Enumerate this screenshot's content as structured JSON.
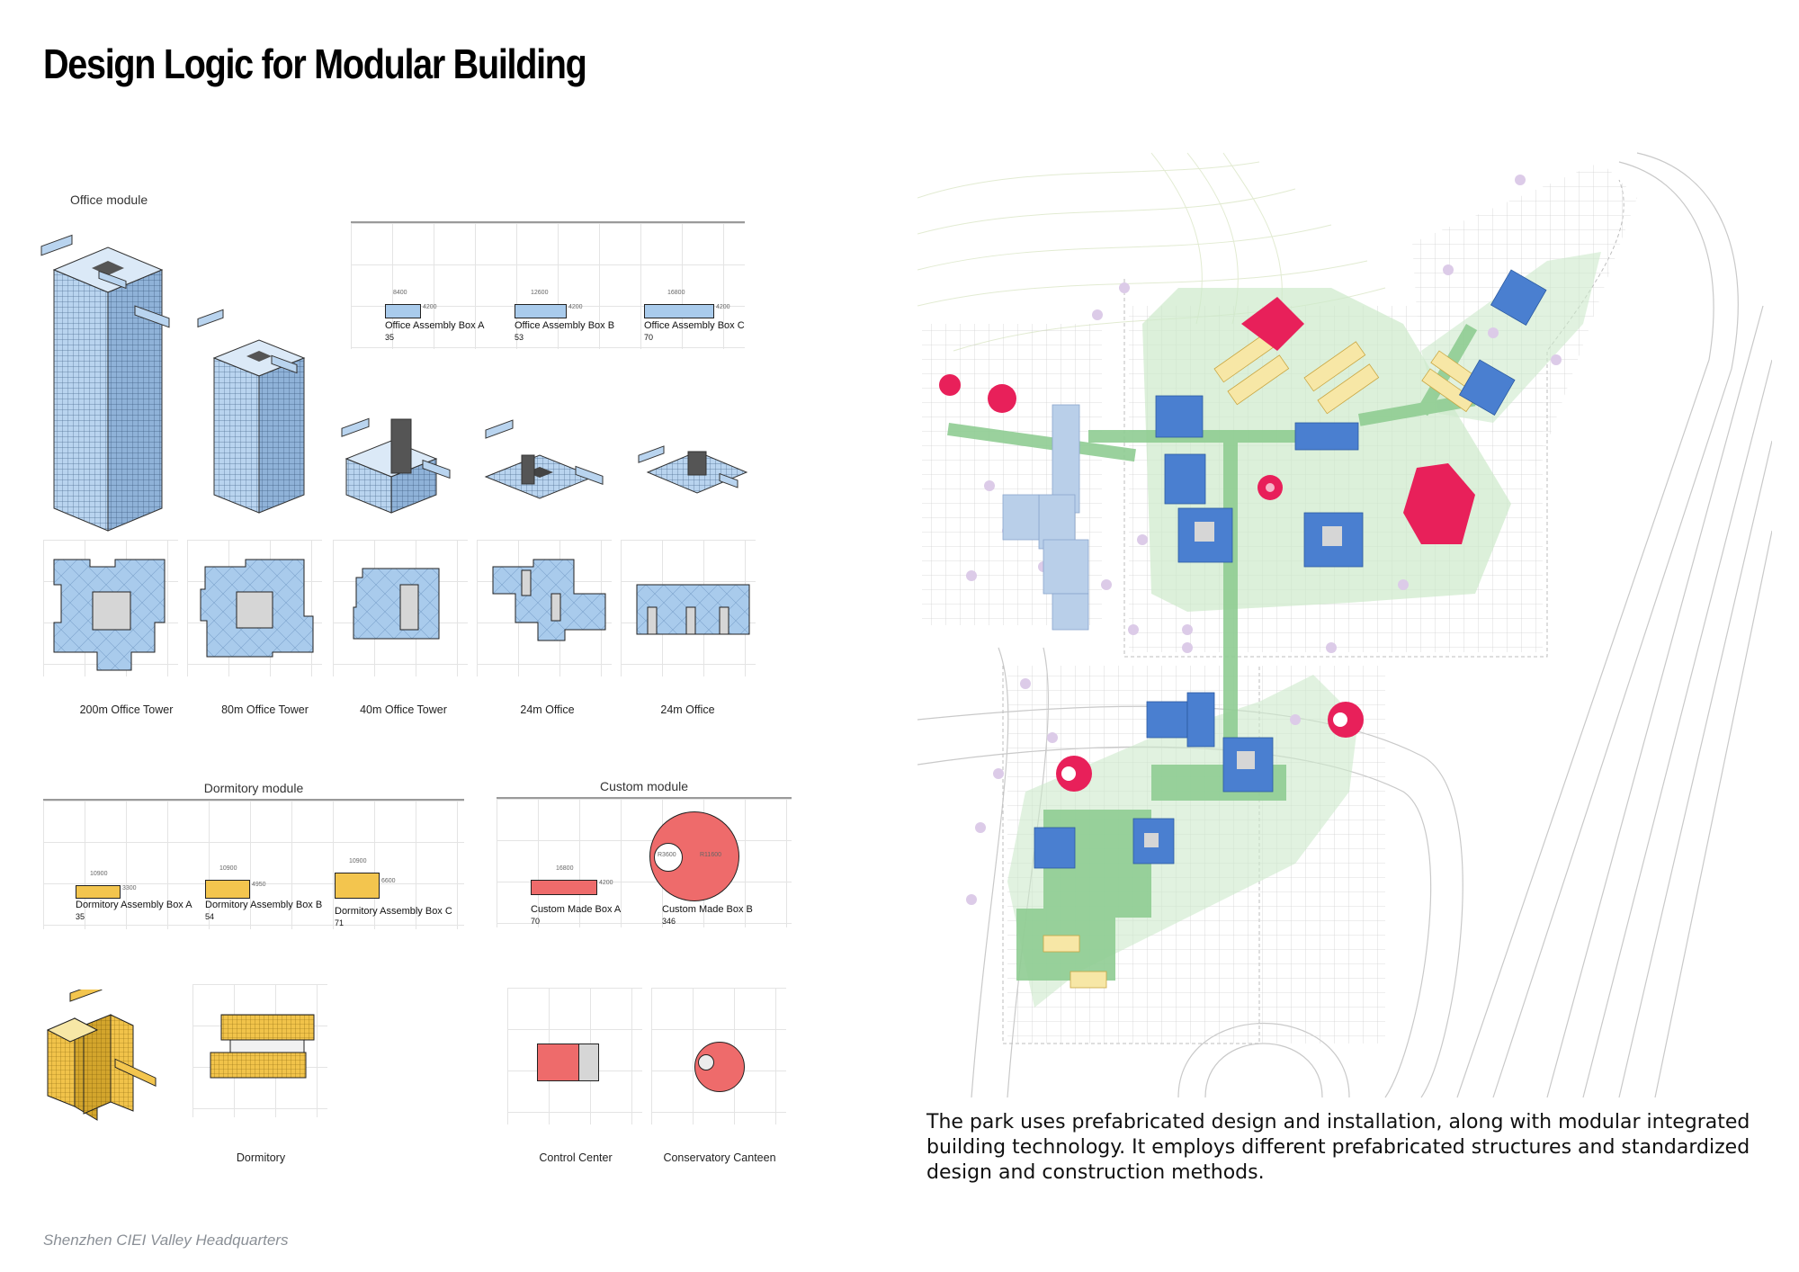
{
  "title": "Design Logic for Modular Building",
  "office": {
    "heading": "Office module",
    "boxes": [
      {
        "name": "Office Assembly Box A",
        "count": "35",
        "width": "8400",
        "height": "4200"
      },
      {
        "name": "Office Assembly Box B",
        "count": "53",
        "width": "12600",
        "height": "4200"
      },
      {
        "name": "Office Assembly Box C",
        "count": "70",
        "width": "16800",
        "height": "4200"
      }
    ],
    "types": [
      "200m Office Tower",
      "80m Office Tower",
      "40m Office Tower",
      "24m Office",
      "24m Office"
    ]
  },
  "dormitory": {
    "heading": "Dormitory module",
    "boxes": [
      {
        "name": "Dormitory Assembly Box A",
        "count": "35",
        "width": "10900",
        "height": "3300"
      },
      {
        "name": "Dormitory Assembly Box B",
        "count": "54",
        "width": "10900",
        "height": "4950"
      },
      {
        "name": "Dormitory Assembly Box C",
        "count": "71",
        "width": "10900",
        "height": "6600"
      }
    ],
    "type": "Dormitory"
  },
  "custom": {
    "heading": "Custom module",
    "boxes": [
      {
        "name": "Custom Made Box A",
        "count": "70",
        "width": "16800",
        "height": "4200"
      },
      {
        "name": "Custom Made Box B",
        "count": "346",
        "inner": "R3600",
        "outer": "R11600"
      }
    ],
    "types": [
      "Control Center",
      "Conservatory Canteen"
    ]
  },
  "description": "The park uses prefabricated design and installation, along with modular integrated building technology. It employs different prefabricated structures and standardized design and construction methods.",
  "footer": "Shenzhen CIEI Valley Headquarters",
  "colors": {
    "office_blue": "#a9cbec",
    "office_dark": "#5b7fa6",
    "plan_blue": "#4a7fd0",
    "dorm_yellow": "#f3c54e",
    "dorm_light": "#f7e7a6",
    "custom_red": "#ee6b6b",
    "accent_pink": "#e8205a",
    "green_path": "#8fcc92",
    "green_zone": "#cdeacb",
    "lavender": "#d9c6e6"
  }
}
